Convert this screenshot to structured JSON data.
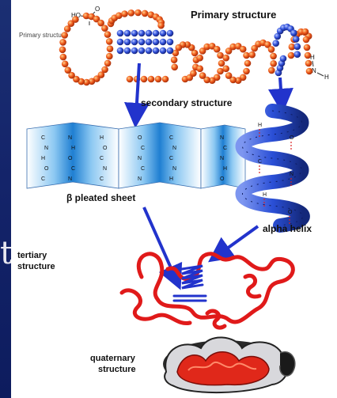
{
  "slide": {
    "text_fragment": "t"
  },
  "figure": {
    "labels": {
      "primary_side": "Primary structure",
      "primary_title": "Primary structure",
      "secondary": "secondary structure",
      "pleated_sheet": "β pleated sheet",
      "alpha_helix": "alpha helix",
      "tertiary": "tertiary structure",
      "quaternary": "quaternary structure"
    },
    "chem": {
      "carboxyl_ho": "HO",
      "carboxyl_c": "C",
      "carboxyl_o": "O",
      "amine_h1": "H",
      "amine_n": "N",
      "amine_h2": "H"
    },
    "colors": {
      "beads_primary": "#e8541c",
      "beads_blue": "#2f4fd9",
      "arrow": "#2233cc",
      "tertiary_red": "#e01a1a",
      "helix_blue": "#2e54d8",
      "sheet_blue": "#2a8fd8"
    }
  }
}
